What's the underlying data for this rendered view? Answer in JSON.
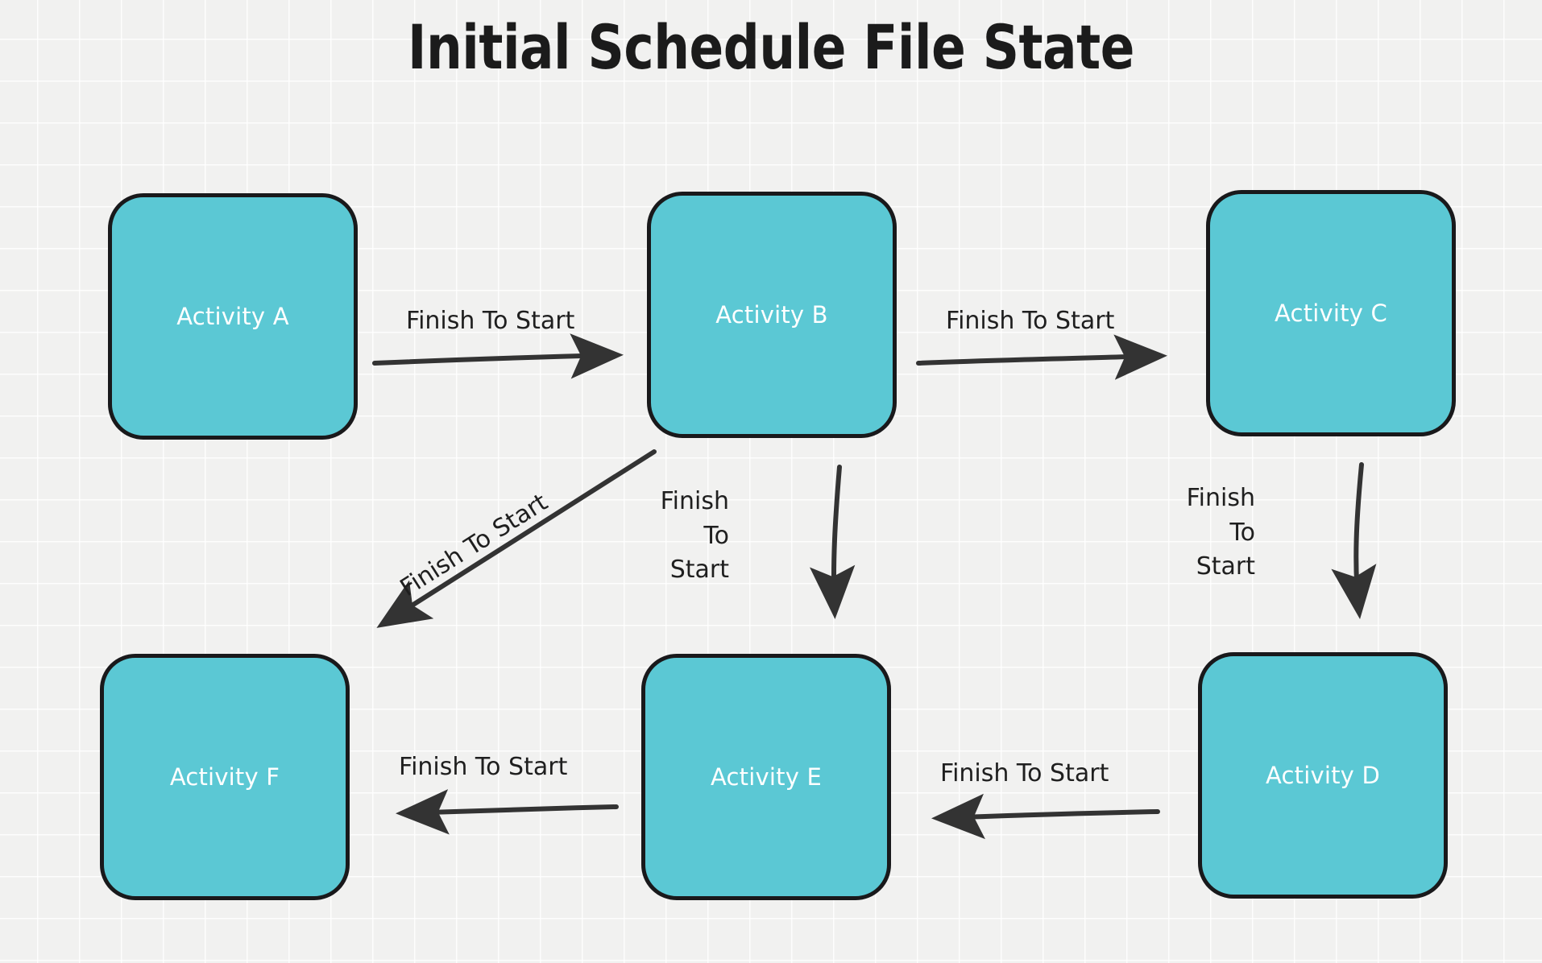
{
  "page": {
    "title": "Initial Schedule File State",
    "background_color": "#f1f1f0",
    "grid": "on"
  },
  "theme": {
    "node_fill": "#5bc8d4",
    "node_border": "#19191b",
    "node_text": "#ffffff",
    "edge_color": "#333333",
    "label_text": "#1f1f1f",
    "title_text": "#1b1b1b"
  },
  "nodes": [
    {
      "id": "A",
      "label": "Activity A"
    },
    {
      "id": "B",
      "label": "Activity B"
    },
    {
      "id": "C",
      "label": "Activity C"
    },
    {
      "id": "D",
      "label": "Activity D"
    },
    {
      "id": "E",
      "label": "Activity E"
    },
    {
      "id": "F",
      "label": "Activity F"
    }
  ],
  "edges": [
    {
      "from": "A",
      "to": "B",
      "label": "Finish To Start",
      "direction": "right"
    },
    {
      "from": "B",
      "to": "C",
      "label": "Finish To Start",
      "direction": "right"
    },
    {
      "from": "B",
      "to": "E",
      "label": "Finish To Start",
      "direction": "down"
    },
    {
      "from": "B",
      "to": "F",
      "label": "Finish To Start",
      "direction": "diagonal-down-left"
    },
    {
      "from": "C",
      "to": "D",
      "label": "Finish To Start",
      "direction": "down"
    },
    {
      "from": "D",
      "to": "E",
      "label": "Finish To Start",
      "direction": "left"
    },
    {
      "from": "E",
      "to": "F",
      "label": "Finish To Start",
      "direction": "left"
    }
  ],
  "edge_labels": {
    "a_to_b": "Finish To Start",
    "b_to_c": "Finish To Start",
    "b_to_e_line1": "Finish",
    "b_to_e_line2": "To",
    "b_to_e_line3": "Start",
    "b_to_f": "Finish To Start",
    "c_to_d_line1": "Finish",
    "c_to_d_line2": "To",
    "c_to_d_line3": "Start",
    "d_to_e": "Finish To Start",
    "e_to_f": "Finish To Start"
  }
}
